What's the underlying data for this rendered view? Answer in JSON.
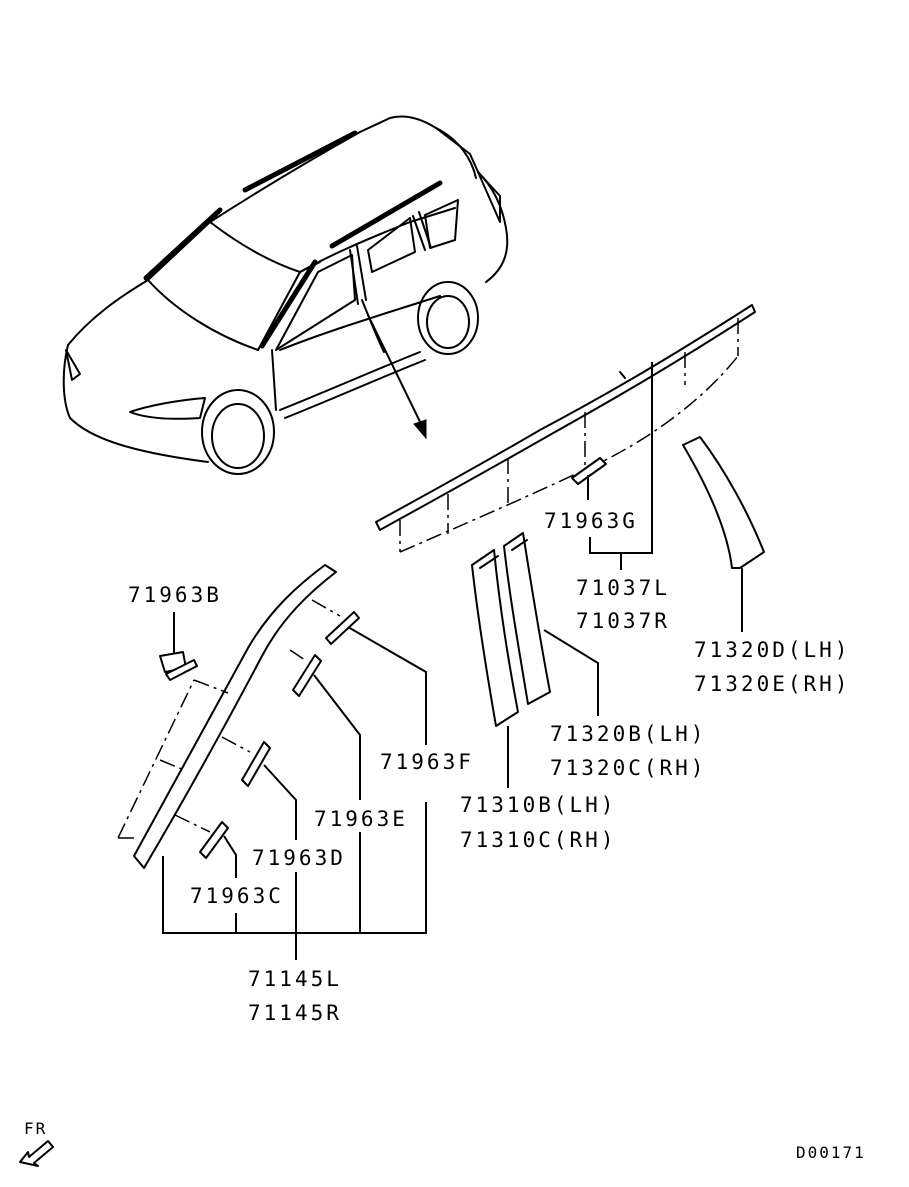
{
  "labels": {
    "p71963G": "71963G",
    "p71037L": "71037L",
    "p71037R": "71037R",
    "p71320D": "71320D(LH)",
    "p71320E": "71320E(RH)",
    "p71963B": "71963B",
    "p71320B": "71320B(LH)",
    "p71320C": "71320C(RH)",
    "p71963F": "71963F",
    "p71310B": "71310B(LH)",
    "p71310C": "71310C(RH)",
    "p71963E": "71963E",
    "p71963D": "71963D",
    "p71963C": "71963C",
    "p71145L": "71145L",
    "p71145R": "71145R"
  },
  "direction_label": "FR",
  "direction_icon": "front-arrow-icon",
  "drawing_code": "D00171"
}
